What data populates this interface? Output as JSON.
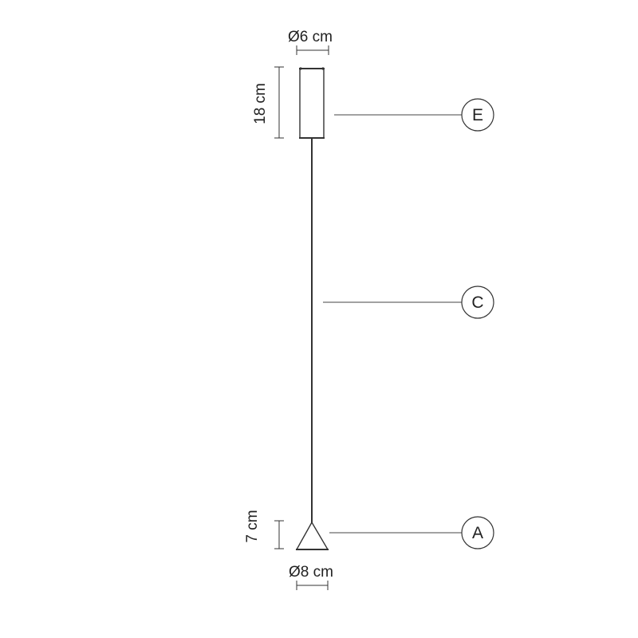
{
  "dimensions": {
    "canopy_diameter": "Ø6 cm",
    "canopy_height": "18 cm",
    "shade_height": "7 cm",
    "shade_diameter": "Ø8 cm"
  },
  "callouts": [
    {
      "label": "E"
    },
    {
      "label": "C"
    },
    {
      "label": "A"
    }
  ]
}
